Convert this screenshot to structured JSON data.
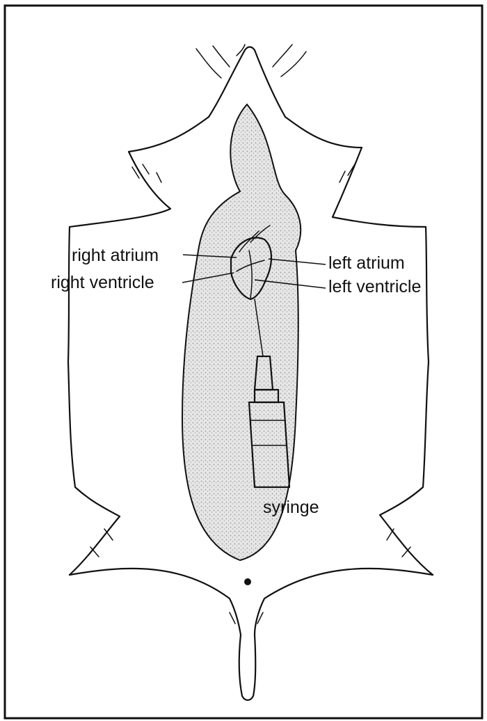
{
  "labels": {
    "right_atrium": "right atrium",
    "right_ventricle": "right ventricle",
    "left_atrium": "left atrium",
    "left_ventricle": "left ventricle",
    "syringe": "syringe"
  },
  "colors": {
    "ink": "#111111",
    "stipple": "#c9c9c9",
    "paper": "#ffffff"
  }
}
